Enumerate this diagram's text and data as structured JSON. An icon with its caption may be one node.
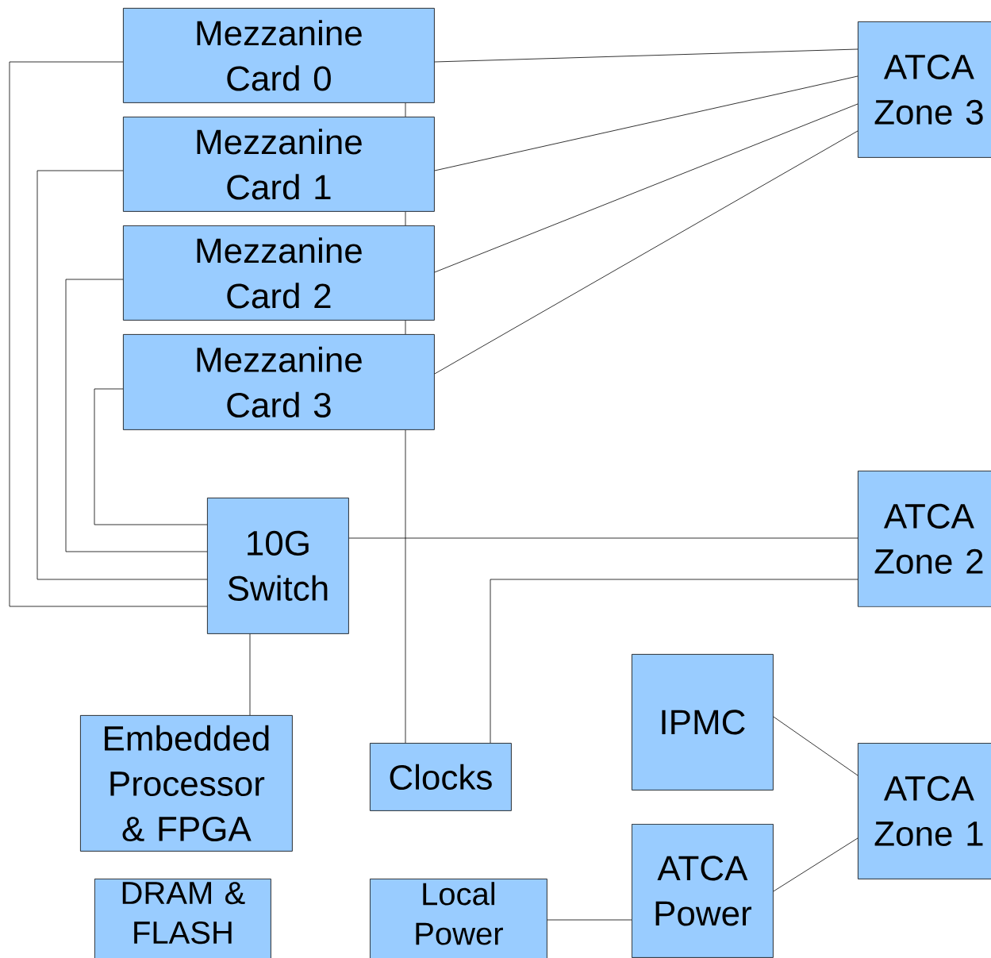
{
  "diagram": {
    "nodes": [
      {
        "text": [
          "Mezzanine Card 0"
        ]
      },
      {
        "text": [
          "Mezzanine Card 1"
        ]
      },
      {
        "text": [
          "Mezzanine Card 2"
        ]
      },
      {
        "text": [
          "Mezzanine Card 3"
        ]
      },
      {
        "text": [
          "ATCA Zone 3"
        ]
      },
      {
        "text": [
          "10G Switch"
        ]
      },
      {
        "text": [
          "ATCA Zone 2"
        ]
      },
      {
        "text": [
          "IPMC"
        ]
      },
      {
        "text": [
          "Embedded Processor & FPGA"
        ]
      },
      {
        "text": [
          "Clocks"
        ]
      },
      {
        "text": [
          "ATCA Zone 1"
        ]
      },
      {
        "text": [
          "DRAM & FLASH"
        ]
      },
      {
        "text": [
          "Local Power"
        ]
      },
      {
        "text": [
          "ATCA Power"
        ]
      }
    ],
    "edges": [
      {
        "from": 0,
        "to": 4,
        "arrow": "none"
      },
      {
        "from": 1,
        "to": 4,
        "arrow": "none"
      },
      {
        "from": 2,
        "to": 4,
        "arrow": "none"
      },
      {
        "from": 3,
        "to": 4,
        "arrow": "none"
      },
      {
        "from": 0,
        "to": 1,
        "arrow": "none"
      },
      {
        "from": 1,
        "to": 2,
        "arrow": "none"
      },
      {
        "from": 2,
        "to": 3,
        "arrow": "none"
      },
      {
        "from": 3,
        "to": 9,
        "arrow": "none"
      },
      {
        "from": 5,
        "to": 0,
        "arrow": "none"
      },
      {
        "from": 5,
        "to": 1,
        "arrow": "none"
      },
      {
        "from": 5,
        "to": 2,
        "arrow": "none"
      },
      {
        "from": 5,
        "to": 3,
        "arrow": "none"
      },
      {
        "from": 5,
        "to": 6,
        "arrow": "none"
      },
      {
        "from": 5,
        "to": 8,
        "arrow": "none"
      },
      {
        "from": 6,
        "to": 9,
        "arrow": "none"
      },
      {
        "from": 7,
        "to": 10,
        "arrow": "none"
      },
      {
        "from": 13,
        "to": 10,
        "arrow": "none"
      },
      {
        "from": 12,
        "to": 13,
        "arrow": "none"
      }
    ]
  }
}
